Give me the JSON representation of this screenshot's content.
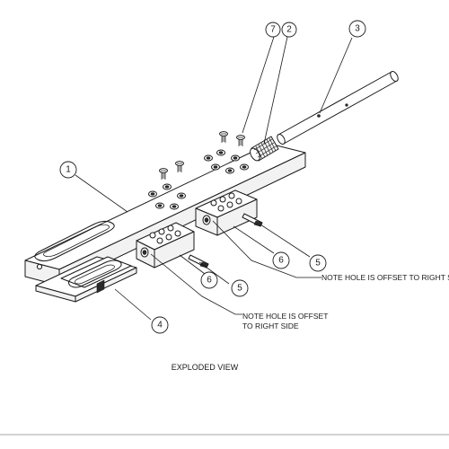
{
  "callouts": {
    "c1": "1",
    "c2": "2",
    "c3": "3",
    "c4": "4",
    "c5a": "5",
    "c5b": "5",
    "c6a": "6",
    "c6b": "6",
    "c7": "7"
  },
  "notes": {
    "upper": "NOTE HOLE IS OFFSET TO RIGHT SIDE",
    "lower_line1": "NOTE HOLE IS OFFSET",
    "lower_line2": "TO RIGHT SIDE"
  },
  "caption": "EXPLODED VIEW"
}
